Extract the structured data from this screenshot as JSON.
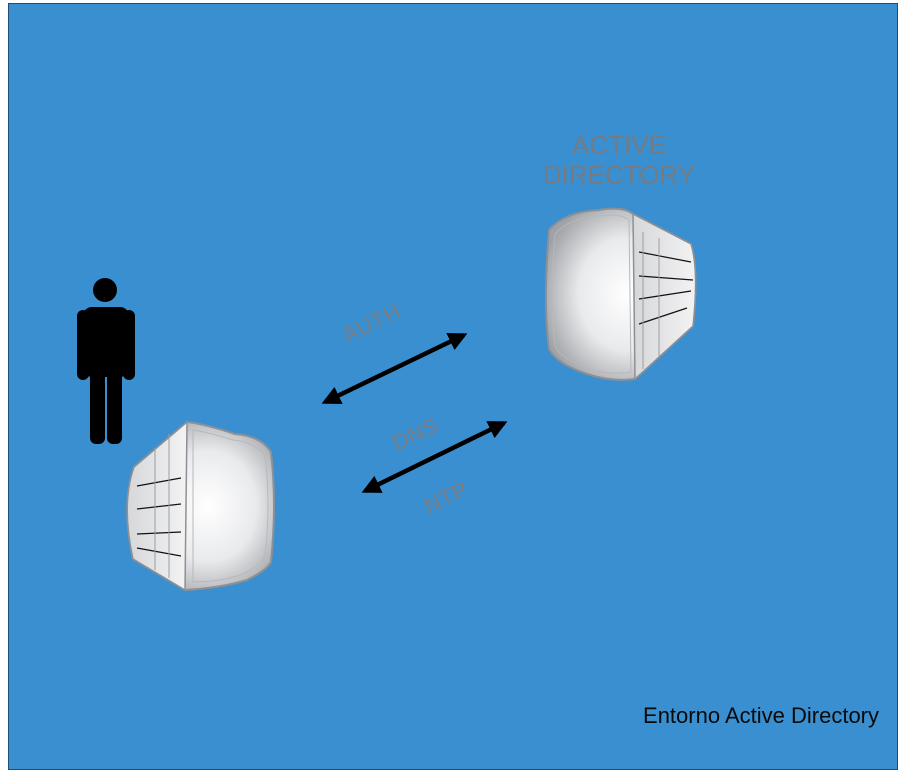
{
  "server": {
    "title_line1": "ACTIVE",
    "title_line2": "DIRECTORY"
  },
  "links": {
    "auth": "AUTH",
    "dns": "DNS",
    "ntp": "NTP"
  },
  "footer": {
    "caption": "Entorno Active Directory"
  },
  "colors": {
    "background": "#3a8fd0",
    "label": "#7a7f86",
    "arrow": "#000000",
    "person": "#000000"
  },
  "icons": [
    "person-icon",
    "client-computer-icon",
    "server-computer-icon",
    "bidirectional-arrow"
  ]
}
